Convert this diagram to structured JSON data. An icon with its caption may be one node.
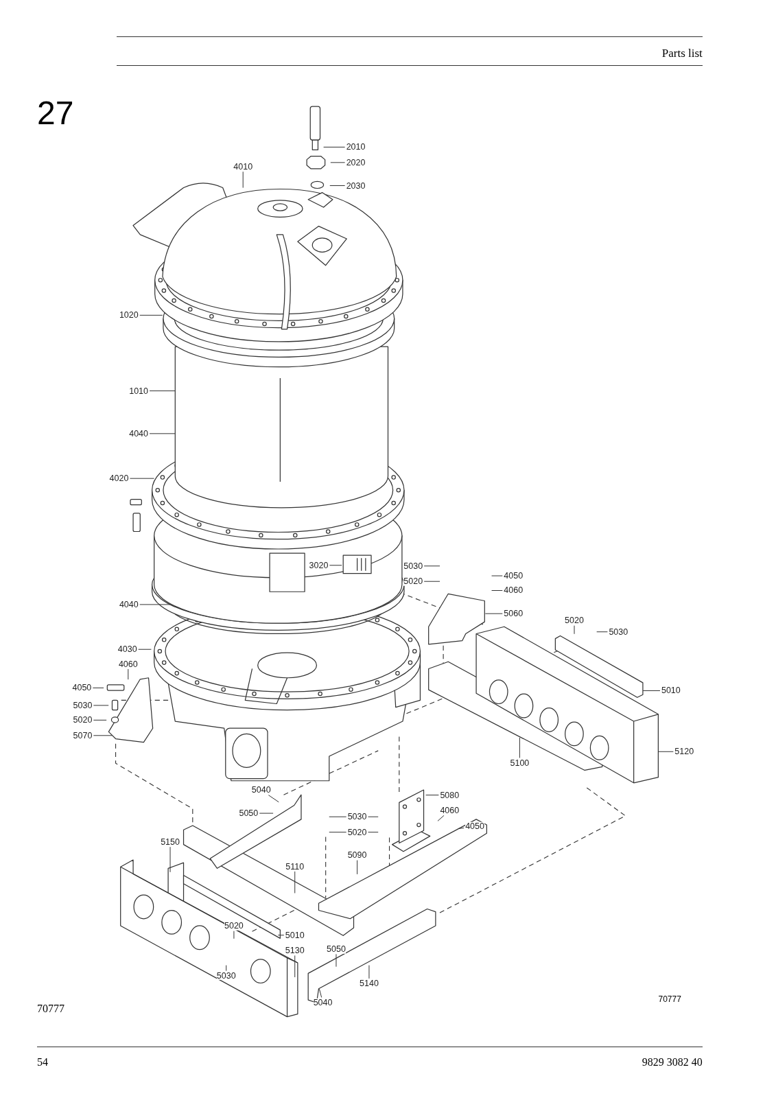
{
  "diagram": {
    "nodes": [
      {
        "text": [
          "2010"
        ]
      },
      {
        "text": [
          "2020"
        ]
      },
      {
        "text": [
          "4010"
        ]
      },
      {
        "text": [
          "2030"
        ]
      },
      {
        "text": [
          "1020"
        ]
      },
      {
        "text": [
          "1010"
        ]
      },
      {
        "text": [
          "4040"
        ]
      },
      {
        "text": [
          "4020"
        ]
      },
      {
        "text": [
          "3020"
        ]
      },
      {
        "text": [
          "5030"
        ]
      },
      {
        "text": [
          "4050"
        ]
      },
      {
        "text": [
          "5020"
        ]
      },
      {
        "text": [
          "4060"
        ]
      },
      {
        "text": [
          "4040"
        ]
      },
      {
        "text": [
          "5060"
        ]
      },
      {
        "text": [
          "5020"
        ]
      },
      {
        "text": [
          "5030"
        ]
      },
      {
        "text": [
          "4030"
        ]
      },
      {
        "text": [
          "4060"
        ]
      },
      {
        "text": [
          "4050"
        ]
      },
      {
        "text": [
          "5010"
        ]
      },
      {
        "text": [
          "5030"
        ]
      },
      {
        "text": [
          "5020"
        ]
      },
      {
        "text": [
          "5070"
        ]
      },
      {
        "text": [
          "5120"
        ]
      },
      {
        "text": [
          "5100"
        ]
      },
      {
        "text": [
          "5040"
        ]
      },
      {
        "text": [
          "5080"
        ]
      },
      {
        "text": [
          "4060"
        ]
      },
      {
        "text": [
          "5050"
        ]
      },
      {
        "text": [
          "5030"
        ]
      },
      {
        "text": [
          "4050"
        ]
      },
      {
        "text": [
          "5020"
        ]
      },
      {
        "text": [
          "5150"
        ]
      },
      {
        "text": [
          "5090"
        ]
      },
      {
        "text": [
          "5110"
        ]
      },
      {
        "text": [
          "5020"
        ]
      },
      {
        "text": [
          "5010"
        ]
      },
      {
        "text": [
          "5050"
        ]
      },
      {
        "text": [
          "5130"
        ]
      },
      {
        "text": [
          "5030"
        ]
      },
      {
        "text": [
          "5140"
        ]
      },
      {
        "text": [
          "5040"
        ]
      }
    ],
    "edges": [
      {
        "from": 0,
        "to": null,
        "arrow": "none"
      },
      {
        "from": 1,
        "to": null,
        "arrow": "none"
      },
      {
        "from": 2,
        "to": null,
        "arrow": "none"
      },
      {
        "from": 3,
        "to": null,
        "arrow": "none"
      },
      {
        "from": 4,
        "to": null,
        "arrow": "none"
      },
      {
        "from": 5,
        "to": null,
        "arrow": "none"
      },
      {
        "from": 6,
        "to": null,
        "arrow": "none"
      },
      {
        "from": 7,
        "to": null,
        "arrow": "none"
      },
      {
        "from": 8,
        "to": null,
        "arrow": "none"
      },
      {
        "from": 9,
        "to": null,
        "arrow": "none"
      },
      {
        "from": 10,
        "to": null,
        "arrow": "none"
      },
      {
        "from": 11,
        "to": null,
        "arrow": "none"
      },
      {
        "from": 12,
        "to": null,
        "arrow": "none"
      },
      {
        "from": 13,
        "to": null,
        "arrow": "none"
      },
      {
        "from": 14,
        "to": null,
        "arrow": "none"
      },
      {
        "from": 15,
        "to": null,
        "arrow": "none"
      },
      {
        "from": 16,
        "to": null,
        "arrow": "none"
      },
      {
        "from": 17,
        "to": null,
        "arrow": "none"
      },
      {
        "from": 18,
        "to": null,
        "arrow": "none"
      },
      {
        "from": 19,
        "to": null,
        "arrow": "none"
      },
      {
        "from": 20,
        "to": null,
        "arrow": "none"
      },
      {
        "from": 21,
        "to": null,
        "arrow": "none"
      },
      {
        "from": 22,
        "to": null,
        "arrow": "none"
      },
      {
        "from": 23,
        "to": null,
        "arrow": "none"
      },
      {
        "from": 24,
        "to": null,
        "arrow": "none"
      },
      {
        "from": 25,
        "to": null,
        "arrow": "none"
      },
      {
        "from": 26,
        "to": null,
        "arrow": "none"
      },
      {
        "from": 27,
        "to": null,
        "arrow": "none"
      },
      {
        "from": 28,
        "to": null,
        "arrow": "none"
      },
      {
        "from": 29,
        "to": null,
        "arrow": "none"
      },
      {
        "from": 30,
        "to": null,
        "arrow": "none"
      },
      {
        "from": 30,
        "to": null,
        "arrow": "none"
      },
      {
        "from": 31,
        "to": null,
        "arrow": "none"
      },
      {
        "from": 32,
        "to": null,
        "arrow": "none"
      },
      {
        "from": 32,
        "to": null,
        "arrow": "none"
      },
      {
        "from": 33,
        "to": null,
        "arrow": "none"
      },
      {
        "from": 34,
        "to": null,
        "arrow": "none"
      },
      {
        "from": 35,
        "to": null,
        "arrow": "none"
      },
      {
        "from": 36,
        "to": null,
        "arrow": "none"
      },
      {
        "from": 37,
        "to": null,
        "arrow": "none"
      },
      {
        "from": 38,
        "to": null,
        "arrow": "none"
      },
      {
        "from": 39,
        "to": null,
        "arrow": "none"
      },
      {
        "from": 40,
        "to": null,
        "arrow": "none"
      },
      {
        "from": 41,
        "to": null,
        "arrow": "none"
      },
      {
        "from": 42,
        "to": null,
        "arrow": "none"
      }
    ],
    "labels": [
      "Parts list",
      "27",
      "70777",
      "70777",
      "54",
      "9829 3082 40"
    ]
  }
}
